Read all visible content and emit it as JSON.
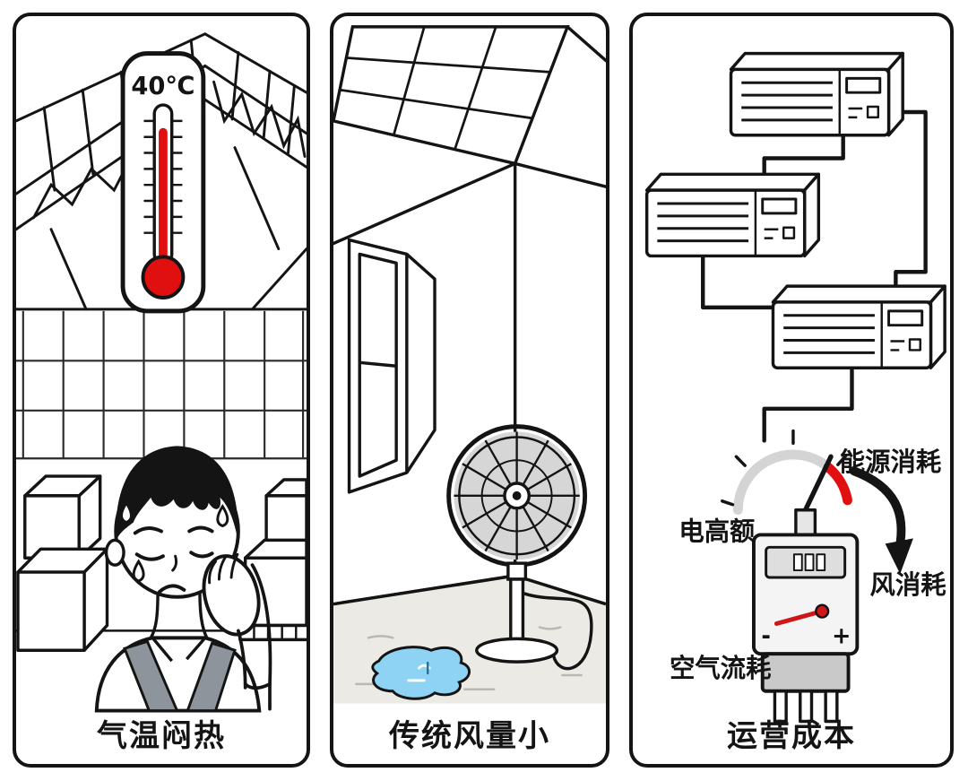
{
  "panel1": {
    "caption": "气温闷热",
    "thermometer_reading": "40℃"
  },
  "panel2": {
    "caption": "传统风量小"
  },
  "panel3": {
    "caption": "运营成本",
    "label_energy": "能源消耗",
    "label_electricity": "电高额",
    "label_wind": "风消耗",
    "label_air": "空气流耗",
    "meter_minus": "-",
    "meter_plus": "+"
  },
  "colors": {
    "ink": "#141414",
    "mercury_red": "#e01010",
    "puddle_blue": "#8fd3f4",
    "strap_gray": "#8d949b",
    "fan_gray": "#d6d6d6"
  }
}
